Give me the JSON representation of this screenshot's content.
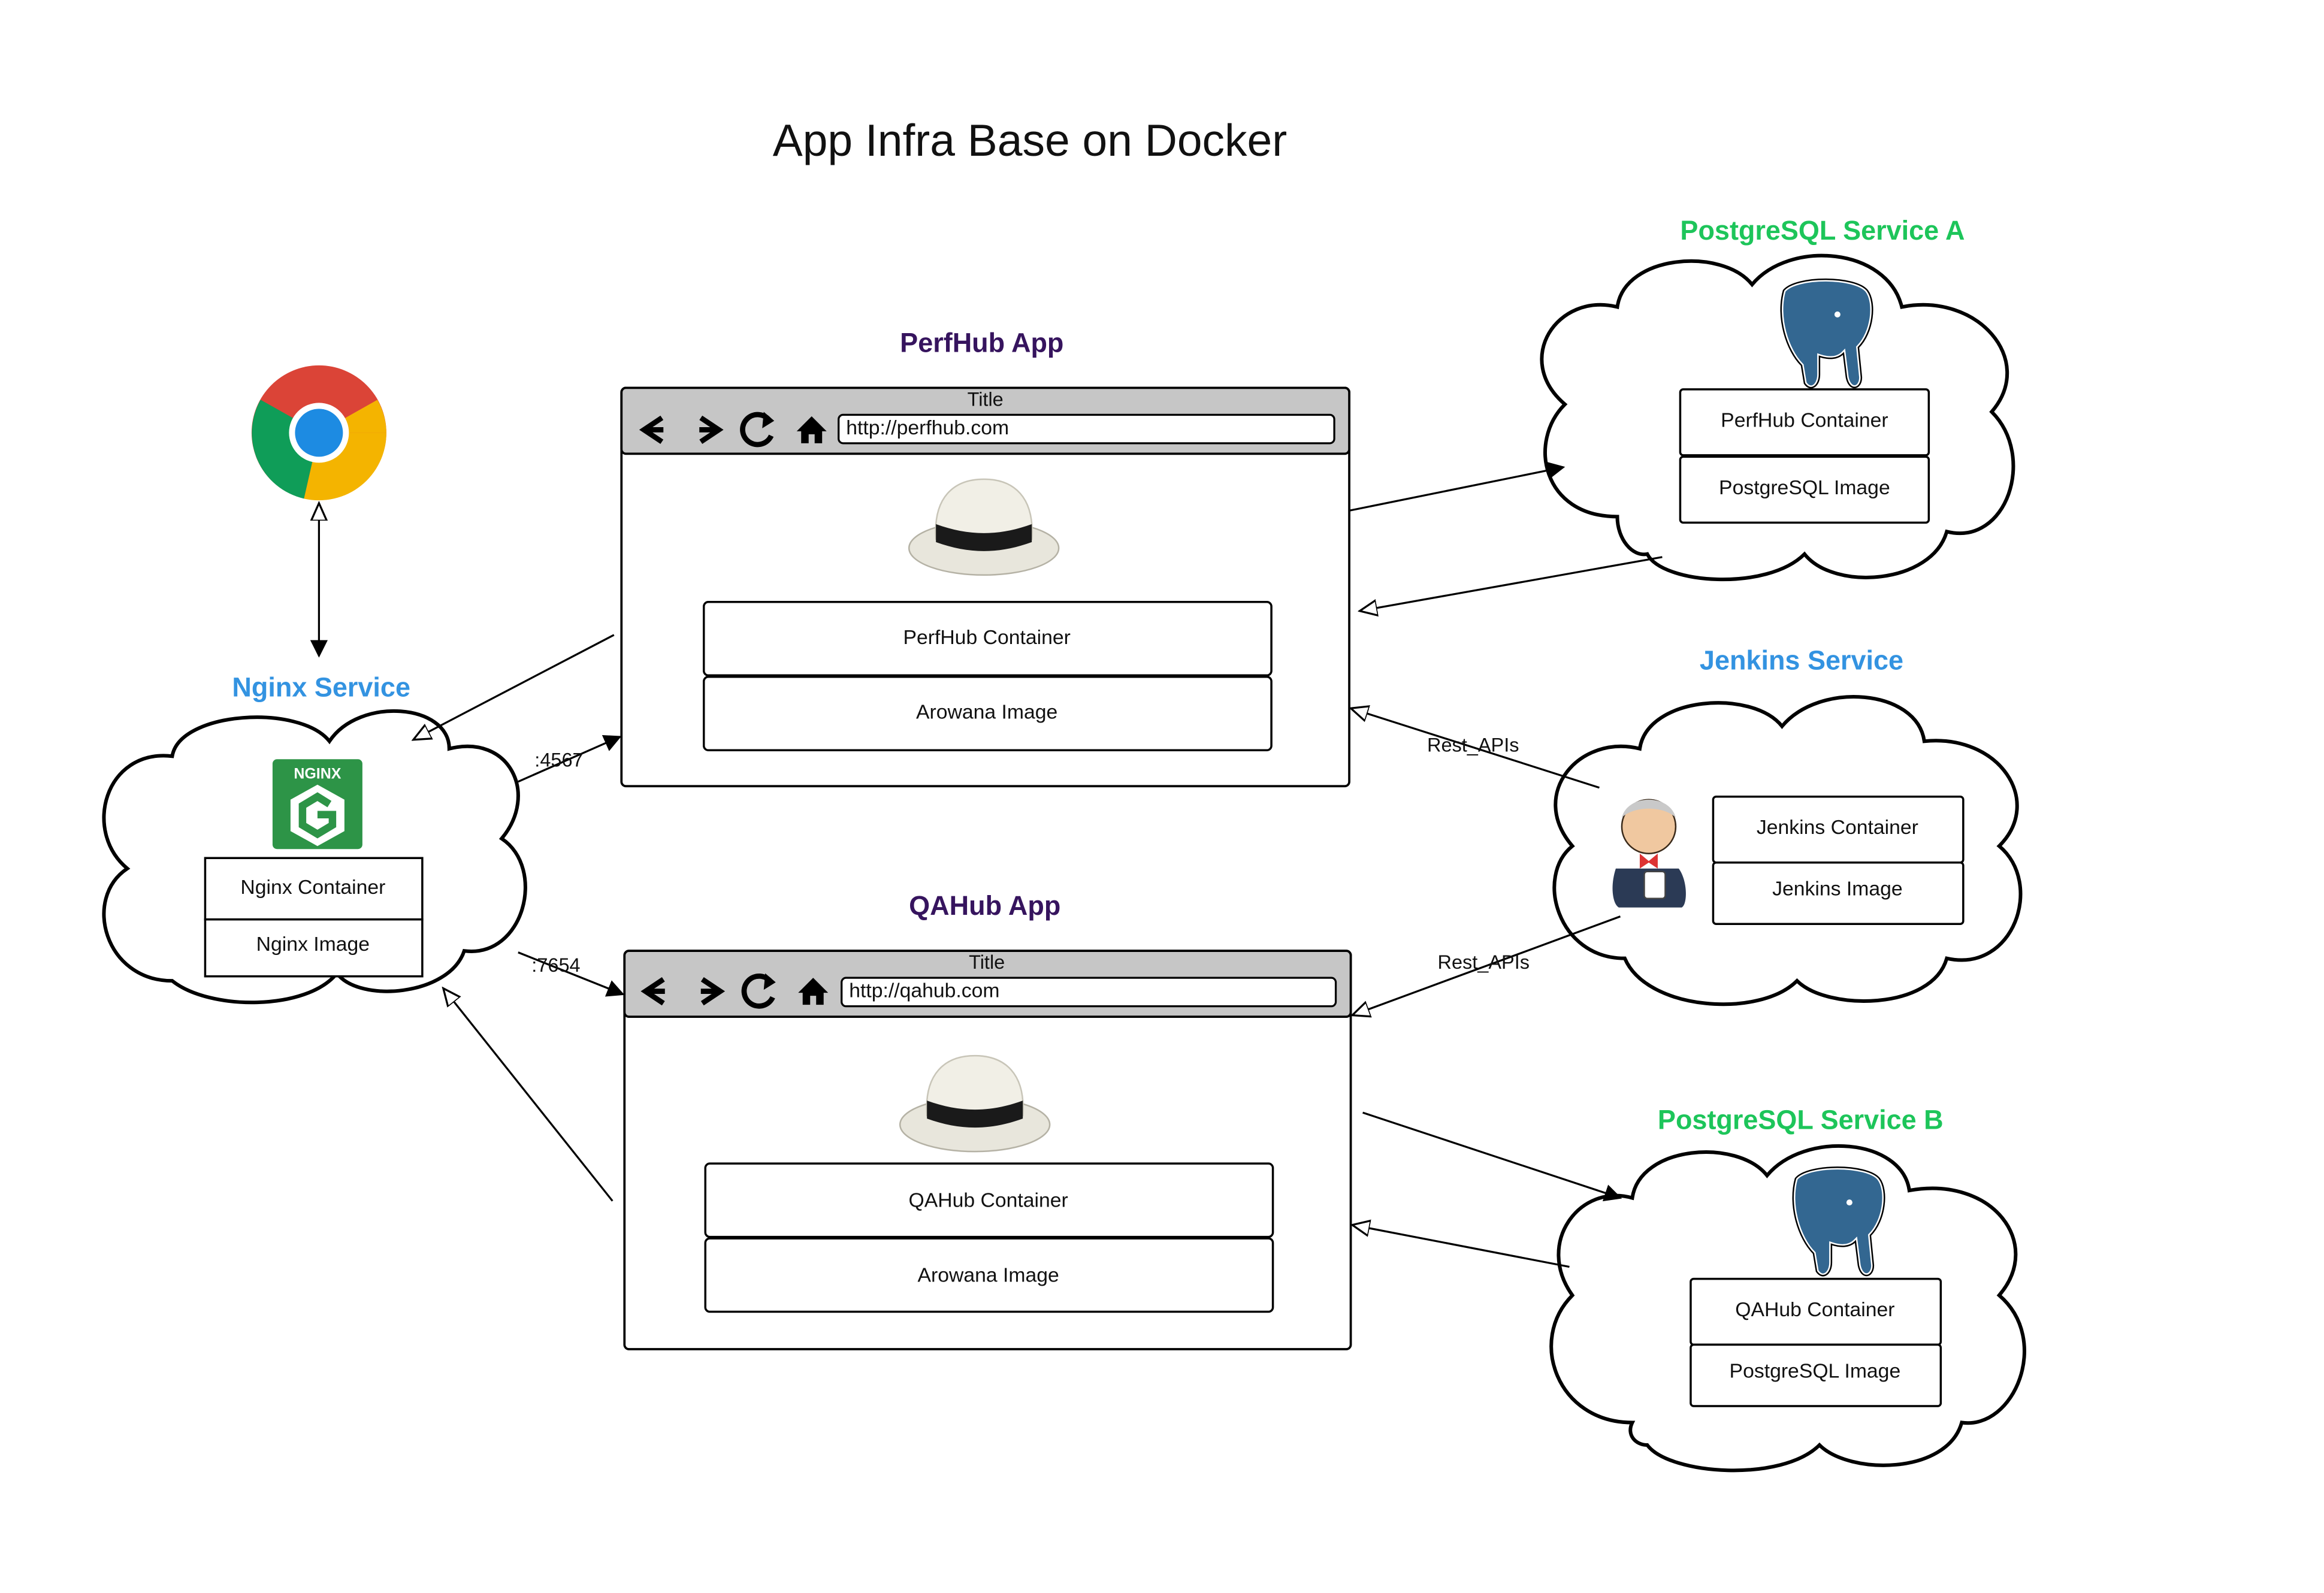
{
  "diagram": {
    "title": "App Infra Base on Docker"
  },
  "services": {
    "postgres_a": {
      "label": "PostgreSQL Service A",
      "container": "PerfHub Container",
      "image": "PostgreSQL Image"
    },
    "postgres_b": {
      "label": "PostgreSQL Service B",
      "container": "QAHub Container",
      "image": "PostgreSQL Image"
    },
    "jenkins": {
      "label": "Jenkins Service",
      "container": "Jenkins Container",
      "image": "Jenkins Image"
    },
    "nginx": {
      "label": "Nginx Service",
      "container": "Nginx Container",
      "image": "Nginx Image",
      "logo_text": "NGINX"
    }
  },
  "apps": {
    "perfhub": {
      "label": "PerfHub App",
      "window_title": "Title",
      "url": "http://perfhub.com",
      "container": "PerfHub Container",
      "image": "Arowana Image"
    },
    "qahub": {
      "label": "QAHub App",
      "window_title": "Title",
      "url": "http://qahub.com",
      "container": "QAHub Container",
      "image": "Arowana Image"
    }
  },
  "edges": {
    "port_perfhub": ":4567",
    "port_qahub": ":7654",
    "rest_top": "Rest_APIs",
    "rest_bottom": "Rest_APIs"
  },
  "colors": {
    "service_green": "#1dc55a",
    "service_blue": "#3393e1",
    "app_purple": "#36145e",
    "browser_bar": "#c6c6c6",
    "postgres_blue": "#336791",
    "nginx_green": "#2d9447"
  },
  "icons": [
    "chrome-icon",
    "nginx-logo-icon",
    "redhat-fedora-icon",
    "postgresql-elephant-icon",
    "jenkins-butler-icon",
    "back-arrow-icon",
    "forward-arrow-icon",
    "reload-icon",
    "home-icon"
  ]
}
